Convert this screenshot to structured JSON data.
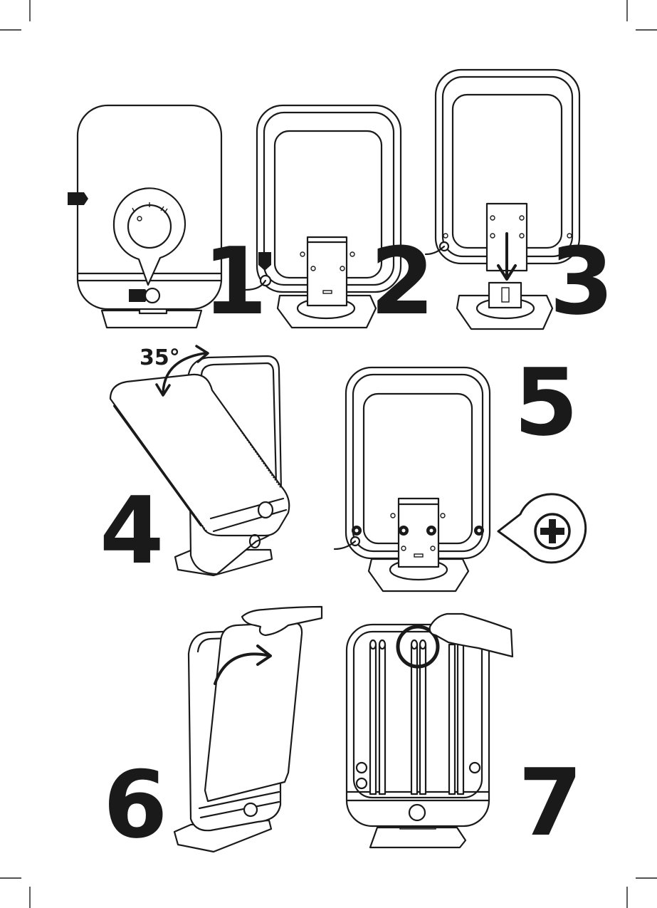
{
  "steps": [
    {
      "number": "1"
    },
    {
      "number": "2"
    },
    {
      "number": "3"
    },
    {
      "number": "4",
      "angle_label": "35°"
    },
    {
      "number": "5"
    },
    {
      "number": "6"
    },
    {
      "number": "7"
    }
  ],
  "icons": {
    "crop_marks": "crop-mark",
    "thermostat_knob": "knob-icon",
    "indicator_marker": "pointer-icon",
    "screw": "phillips-screw-icon",
    "rotate_arrow": "curved-arrow-icon",
    "down_arrow": "down-arrow-icon",
    "hand": "hand-icon"
  },
  "colors": {
    "line": "#1a1a1a",
    "background": "#ffffff"
  }
}
